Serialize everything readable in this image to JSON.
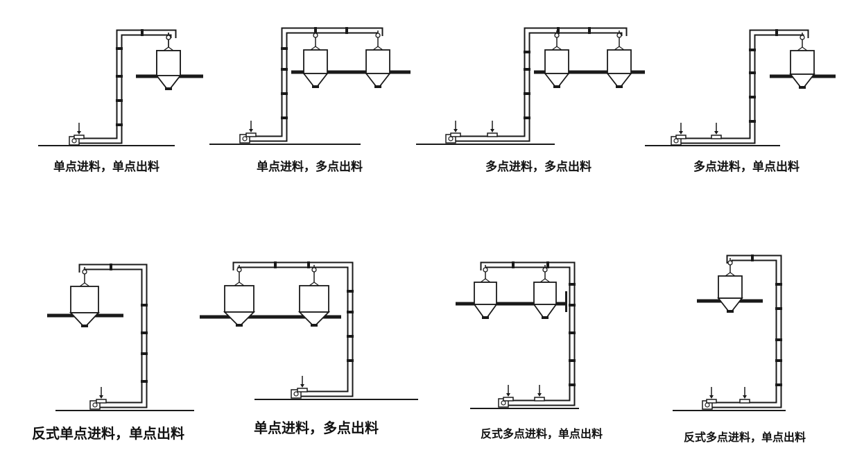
{
  "captions": {
    "d1": "单点进料，单点出料",
    "d2": "单点进料，多点出料",
    "d3": "多点进料，多点出料",
    "d4": "多点进料，单点出料",
    "d5": "反式单点进料，单点出料",
    "d6": "单点进料，多点出料",
    "d7": "反式多点进料，单点出料",
    "d8": "反式多点进料，单点出料"
  },
  "colors": {
    "line": "#1a1a1a",
    "background": "#ffffff"
  }
}
